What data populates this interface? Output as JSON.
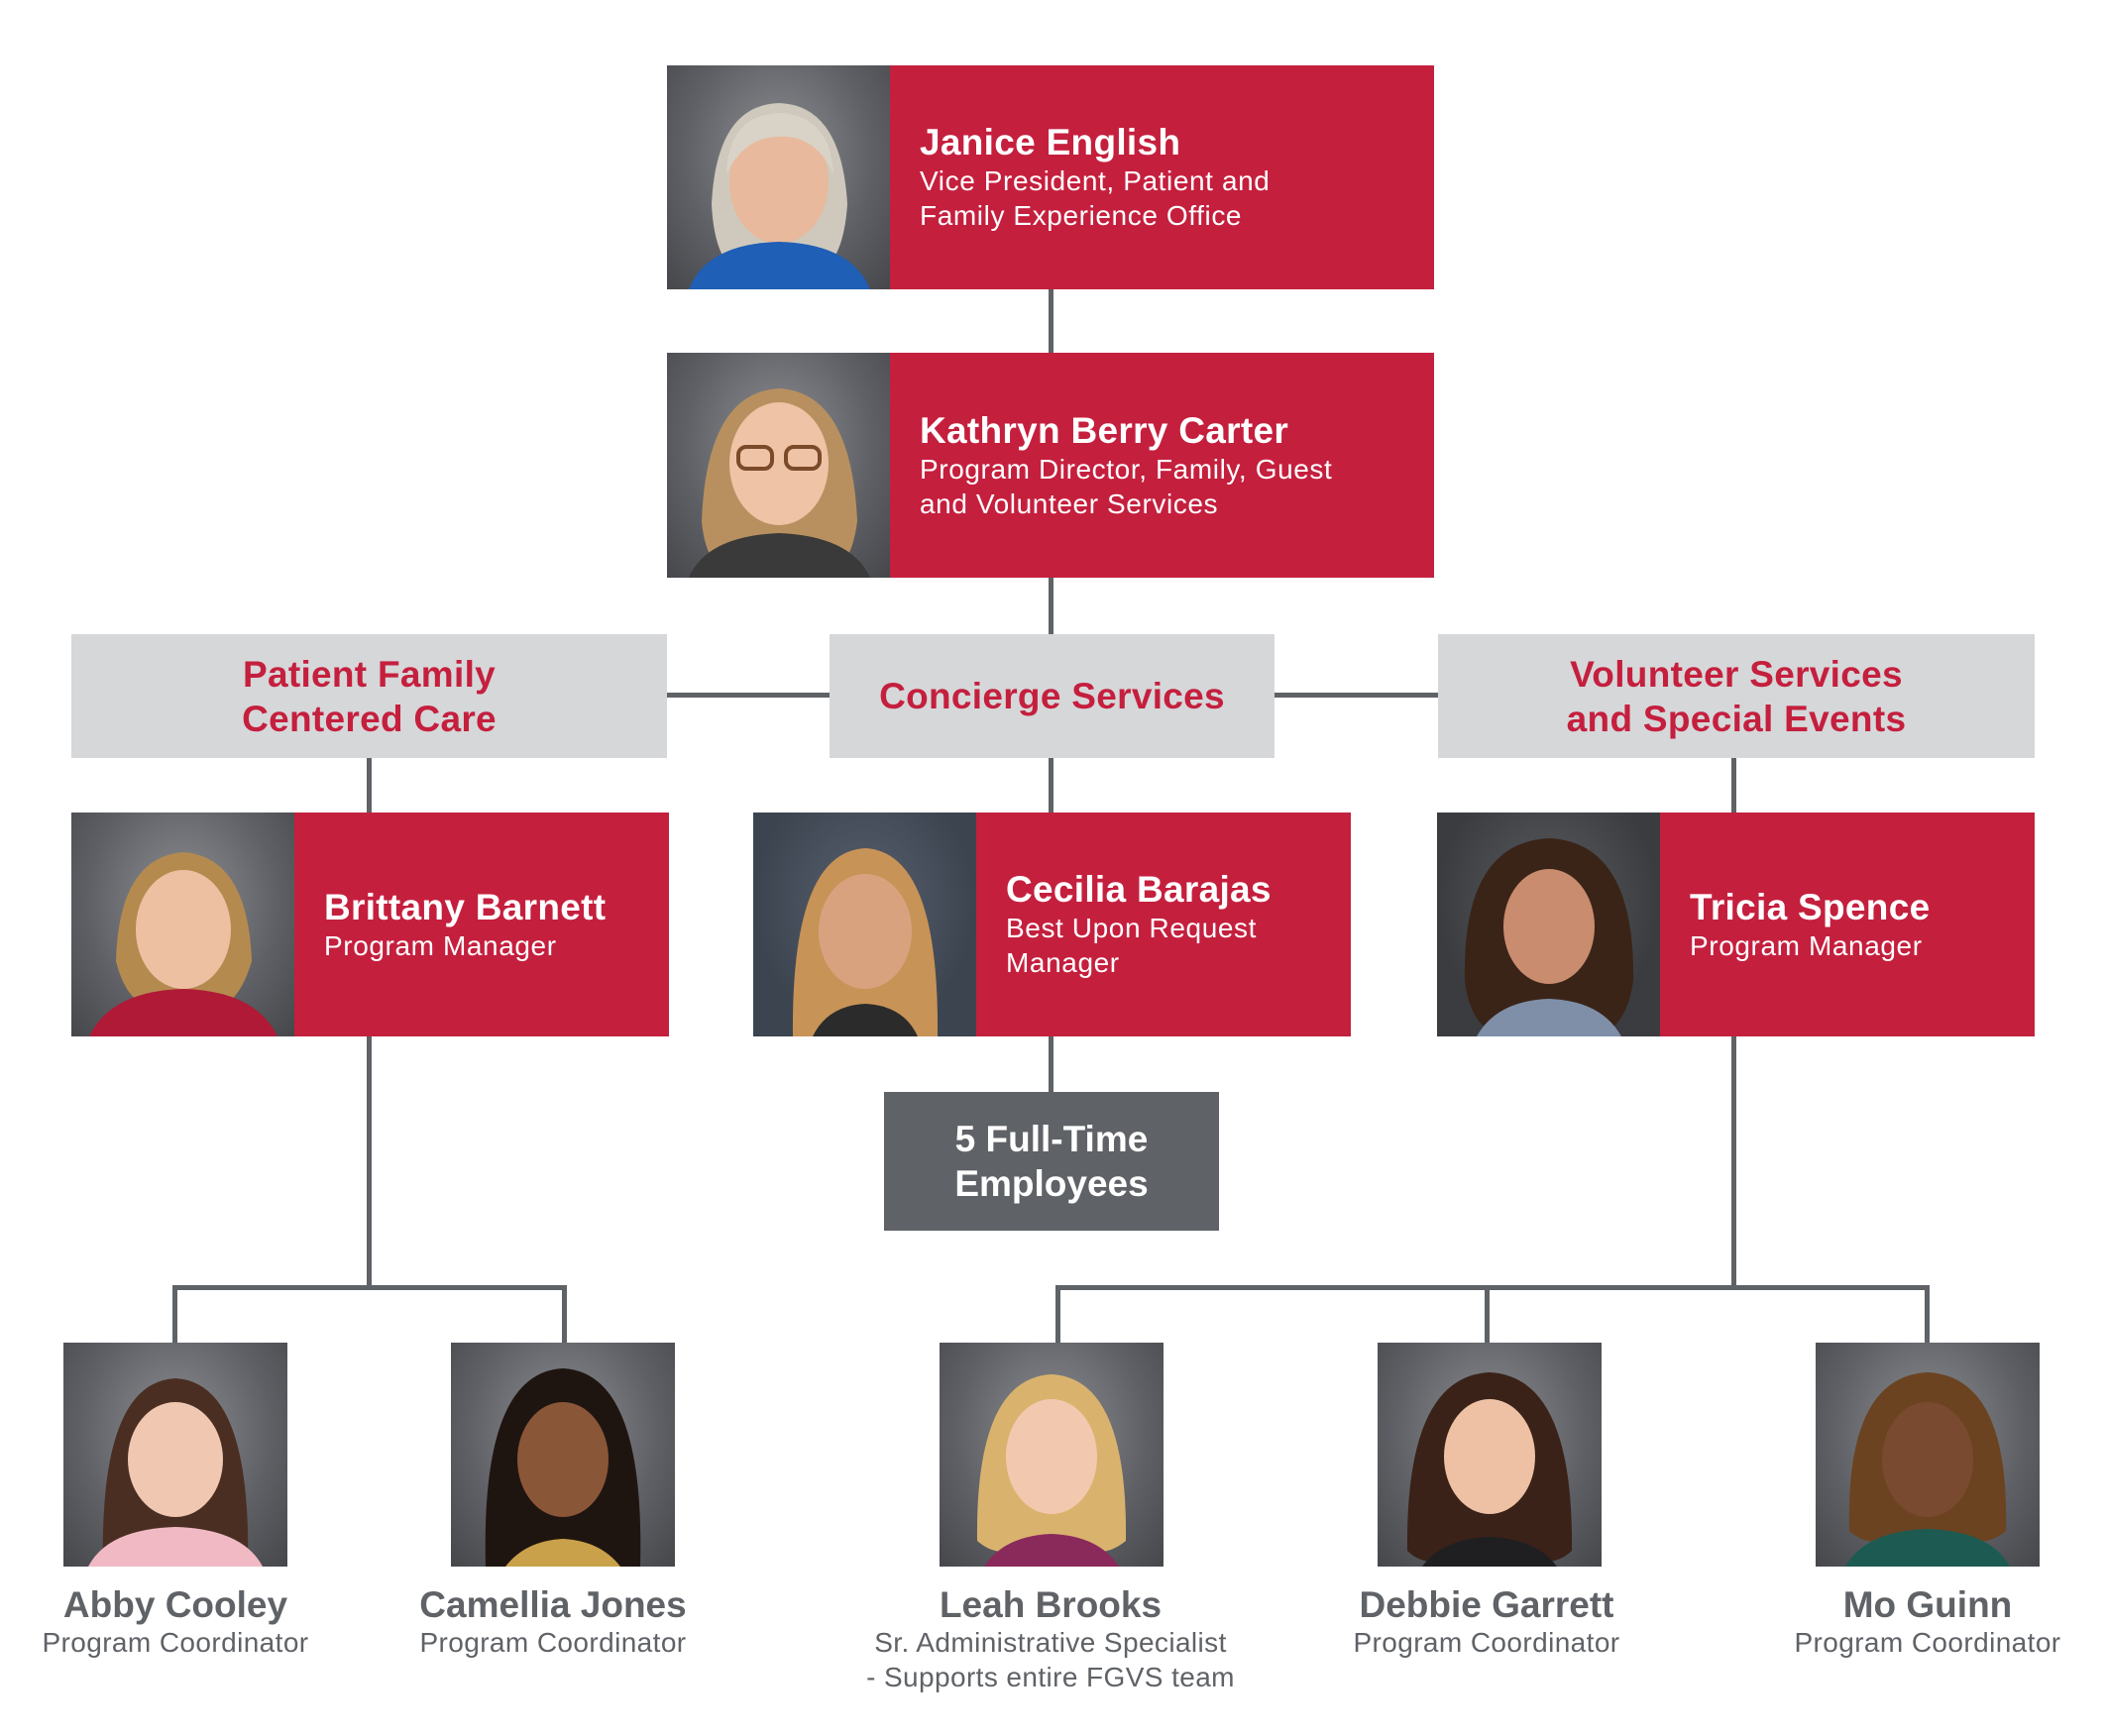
{
  "leaders": [
    {
      "name": "Janice English",
      "title": "Vice President, Patient and Family Experience Office",
      "title_lines": [
        "Vice President, Patient and",
        "Family Experience Office"
      ]
    },
    {
      "name": "Kathryn Berry Carter",
      "title": "Program Director, Family, Guest and Volunteer Services",
      "title_lines": [
        "Program Director, Family, Guest",
        "and Volunteer Services"
      ]
    }
  ],
  "departments": [
    {
      "label_lines": [
        "Patient Family",
        "Centered Care"
      ]
    },
    {
      "label_lines": [
        "Concierge Services"
      ]
    },
    {
      "label_lines": [
        "Volunteer Services",
        "and Special Events"
      ]
    }
  ],
  "managers": [
    {
      "name": "Brittany Barnett",
      "title_lines": [
        "Program Manager"
      ]
    },
    {
      "name": "Cecilia Barajas",
      "title_lines": [
        "Best Upon Request",
        "Manager"
      ]
    },
    {
      "name": "Tricia Spence",
      "title_lines": [
        "Program Manager"
      ]
    }
  ],
  "staff_box": {
    "label_lines": [
      "5 Full-Time",
      "Employees"
    ]
  },
  "staff": [
    {
      "name": "Abby Cooley",
      "title_lines": [
        "Program Coordinator"
      ]
    },
    {
      "name": "Camellia Jones",
      "title_lines": [
        "Program Coordinator"
      ]
    },
    {
      "name": "Leah Brooks",
      "title_lines": [
        "Sr. Administrative Specialist",
        "- Supports entire FGVS team"
      ]
    },
    {
      "name": "Debbie Garrett",
      "title_lines": [
        "Program Coordinator"
      ]
    },
    {
      "name": "Mo Guinn",
      "title_lines": [
        "Program Coordinator"
      ]
    }
  ],
  "colors": {
    "accent": "#c51f3e",
    "dept_bg": "#d6d7d9",
    "connector": "#5f6266",
    "text_gray": "#5f6266"
  }
}
